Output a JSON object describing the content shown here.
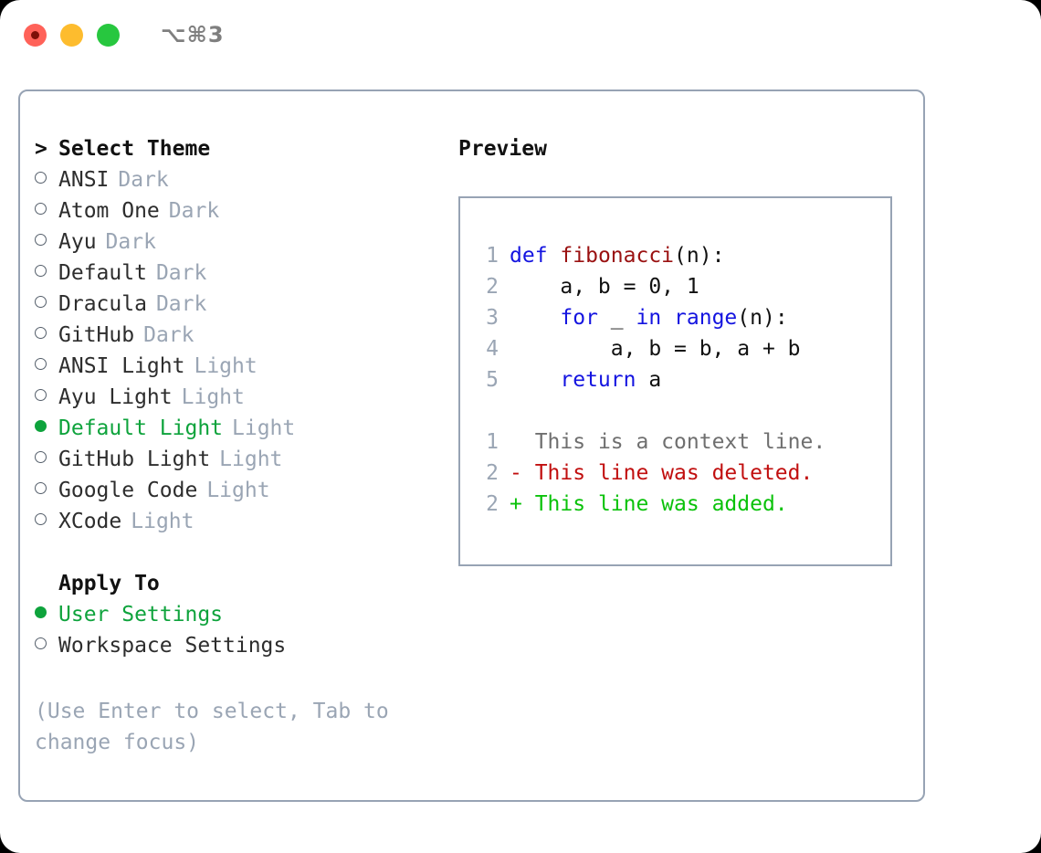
{
  "window": {
    "shortcut": "⌥⌘3",
    "traffic_lights": [
      {
        "name": "close",
        "color": "#ff6259"
      },
      {
        "name": "minimize",
        "color": "#fdbc2e"
      },
      {
        "name": "maximize",
        "color": "#27c73f"
      }
    ]
  },
  "theme_picker": {
    "header": "Select Theme",
    "caret": ">",
    "items": [
      {
        "name": "ANSI",
        "tag": "Dark",
        "selected": false,
        "marker": "○"
      },
      {
        "name": "Atom One",
        "tag": "Dark",
        "selected": false,
        "marker": "○"
      },
      {
        "name": "Ayu",
        "tag": "Dark",
        "selected": false,
        "marker": "○"
      },
      {
        "name": "Default",
        "tag": "Dark",
        "selected": false,
        "marker": "○"
      },
      {
        "name": "Dracula",
        "tag": "Dark",
        "selected": false,
        "marker": "○"
      },
      {
        "name": "GitHub",
        "tag": "Dark",
        "selected": false,
        "marker": "○"
      },
      {
        "name": "ANSI Light",
        "tag": "Light",
        "selected": false,
        "marker": "○"
      },
      {
        "name": "Ayu Light",
        "tag": "Light",
        "selected": false,
        "marker": "○"
      },
      {
        "name": "Default Light",
        "tag": "Light",
        "selected": true,
        "marker": "●"
      },
      {
        "name": "GitHub Light",
        "tag": "Light",
        "selected": false,
        "marker": "○"
      },
      {
        "name": "Google Code",
        "tag": "Light",
        "selected": false,
        "marker": "○"
      },
      {
        "name": "XCode",
        "tag": "Light",
        "selected": false,
        "marker": "○"
      }
    ]
  },
  "apply_to": {
    "title": "Apply To",
    "options": [
      {
        "label": "User Settings",
        "selected": true
      },
      {
        "label": "Workspace Settings",
        "selected": false
      }
    ]
  },
  "hint": "(Use Enter to select, Tab to change focus)",
  "preview": {
    "title": "Preview",
    "code_lines": [
      {
        "num": "1",
        "tokens": [
          {
            "t": "def",
            "c": "kw"
          },
          {
            "t": " ",
            "c": "plain"
          },
          {
            "t": "fibonacci",
            "c": "fn"
          },
          {
            "t": "(n):",
            "c": "plain"
          }
        ]
      },
      {
        "num": "2",
        "tokens": [
          {
            "t": "    a, b = 0, 1",
            "c": "plain"
          }
        ]
      },
      {
        "num": "3",
        "tokens": [
          {
            "t": "    ",
            "c": "plain"
          },
          {
            "t": "for",
            "c": "kw"
          },
          {
            "t": " _ ",
            "c": "plain"
          },
          {
            "t": "in",
            "c": "kw"
          },
          {
            "t": " ",
            "c": "plain"
          },
          {
            "t": "range",
            "c": "kw"
          },
          {
            "t": "(n):",
            "c": "plain"
          }
        ]
      },
      {
        "num": "4",
        "tokens": [
          {
            "t": "        a, b = b, a + b",
            "c": "plain"
          }
        ]
      },
      {
        "num": "5",
        "tokens": [
          {
            "t": "    ",
            "c": "plain"
          },
          {
            "t": "return",
            "c": "kw"
          },
          {
            "t": " a",
            "c": "plain"
          }
        ]
      }
    ],
    "diff_lines": [
      {
        "num": "1",
        "sign": " ",
        "text": "This is a context line.",
        "kind": "ctx"
      },
      {
        "num": "2",
        "sign": "-",
        "text": "This line was deleted.",
        "kind": "del"
      },
      {
        "num": "2",
        "sign": "+",
        "text": "This line was added.",
        "kind": "add"
      }
    ]
  },
  "colors": {
    "accent_green": "#0ea33c",
    "muted": "#9aa5b4",
    "keyword_blue": "#1414e0",
    "function_red": "#9a1111",
    "diff_deleted": "#c10f0f",
    "diff_added": "#0ac20a",
    "border": "#97a3b4"
  }
}
